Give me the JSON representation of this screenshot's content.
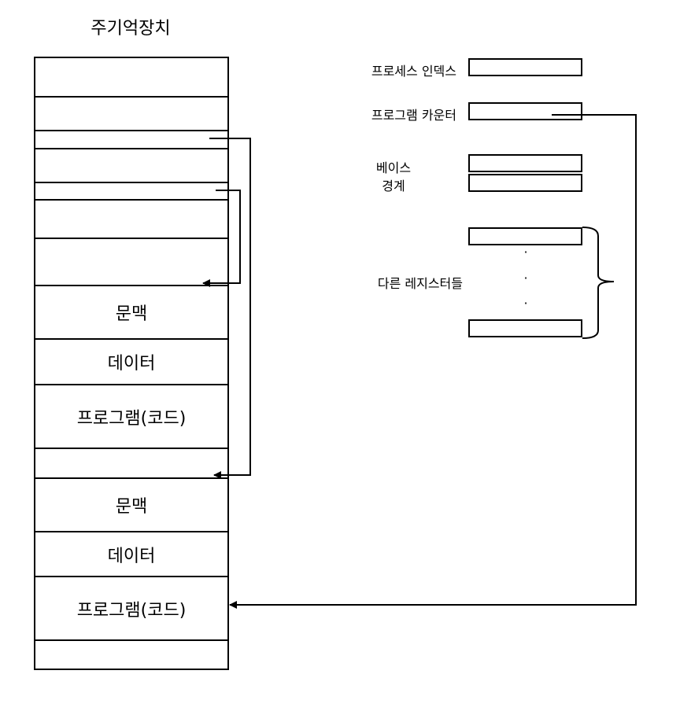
{
  "memory": {
    "title": "주기억장치",
    "segments": [
      {
        "label": ""
      },
      {
        "label": ""
      },
      {
        "label": ""
      },
      {
        "label": ""
      },
      {
        "label": ""
      },
      {
        "label": ""
      },
      {
        "label": ""
      },
      {
        "label": "문맥"
      },
      {
        "label": "데이터"
      },
      {
        "label": "프로그램(코드)"
      },
      {
        "label": ""
      },
      {
        "label": "문맥"
      },
      {
        "label": "데이터"
      },
      {
        "label": "프로그램(코드)"
      },
      {
        "label": ""
      }
    ]
  },
  "registers": {
    "process_index": "프로세스 인덱스",
    "program_counter": "프로그램 카운터",
    "base": "베이스",
    "limit": "경계",
    "others": "다른 레지스터들",
    "dots": [
      "·",
      "·",
      "·"
    ]
  }
}
